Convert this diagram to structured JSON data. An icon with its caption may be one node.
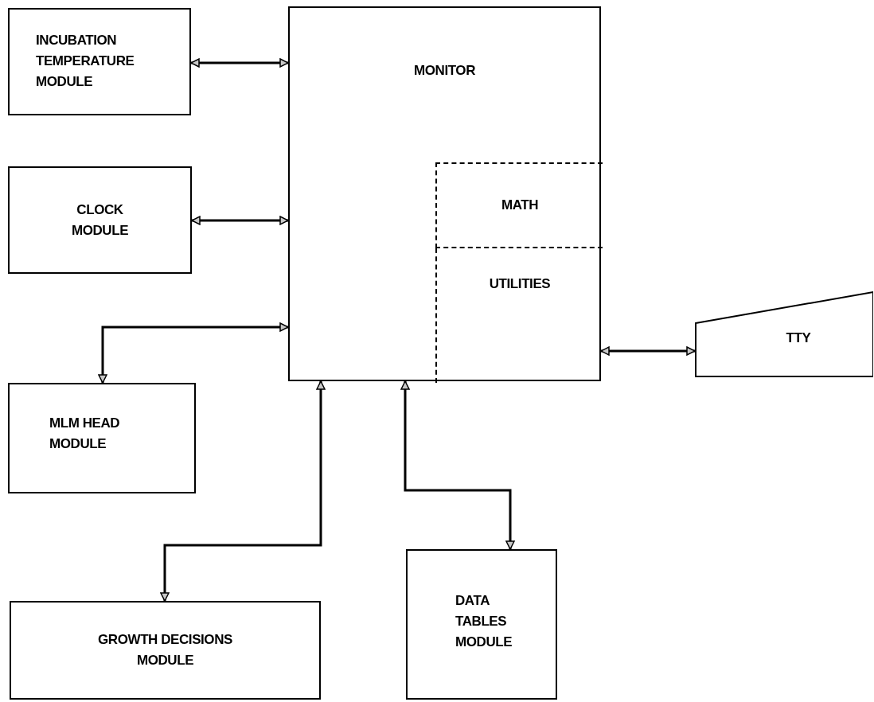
{
  "diagram": {
    "nodes": [
      {
        "text": [
          "INCUBATION TEMPERATURE MODULE"
        ]
      },
      {
        "text": [
          "MONITOR"
        ]
      },
      {
        "text": [
          "MATH"
        ],
        "in": 1
      },
      {
        "text": [
          "UTILITIES"
        ],
        "in": 1
      },
      {
        "text": [
          "CLOCK MODULE"
        ]
      },
      {
        "text": [
          "TTY"
        ]
      },
      {
        "text": [
          "MLM HEAD MODULE"
        ]
      },
      {
        "text": [
          "GROWTH DECISIONS MODULE"
        ]
      },
      {
        "text": [
          "DATA TABLES MODULE"
        ]
      }
    ],
    "edges": [
      {
        "from": 0,
        "to": 1,
        "arrow": "both"
      },
      {
        "from": 4,
        "to": 1,
        "arrow": "both"
      },
      {
        "from": 1,
        "to": 6,
        "arrow": "both"
      },
      {
        "from": 1,
        "to": 7,
        "arrow": "both"
      },
      {
        "from": 1,
        "to": 8,
        "arrow": "both"
      },
      {
        "from": 3,
        "to": 5,
        "arrow": "both"
      }
    ]
  }
}
